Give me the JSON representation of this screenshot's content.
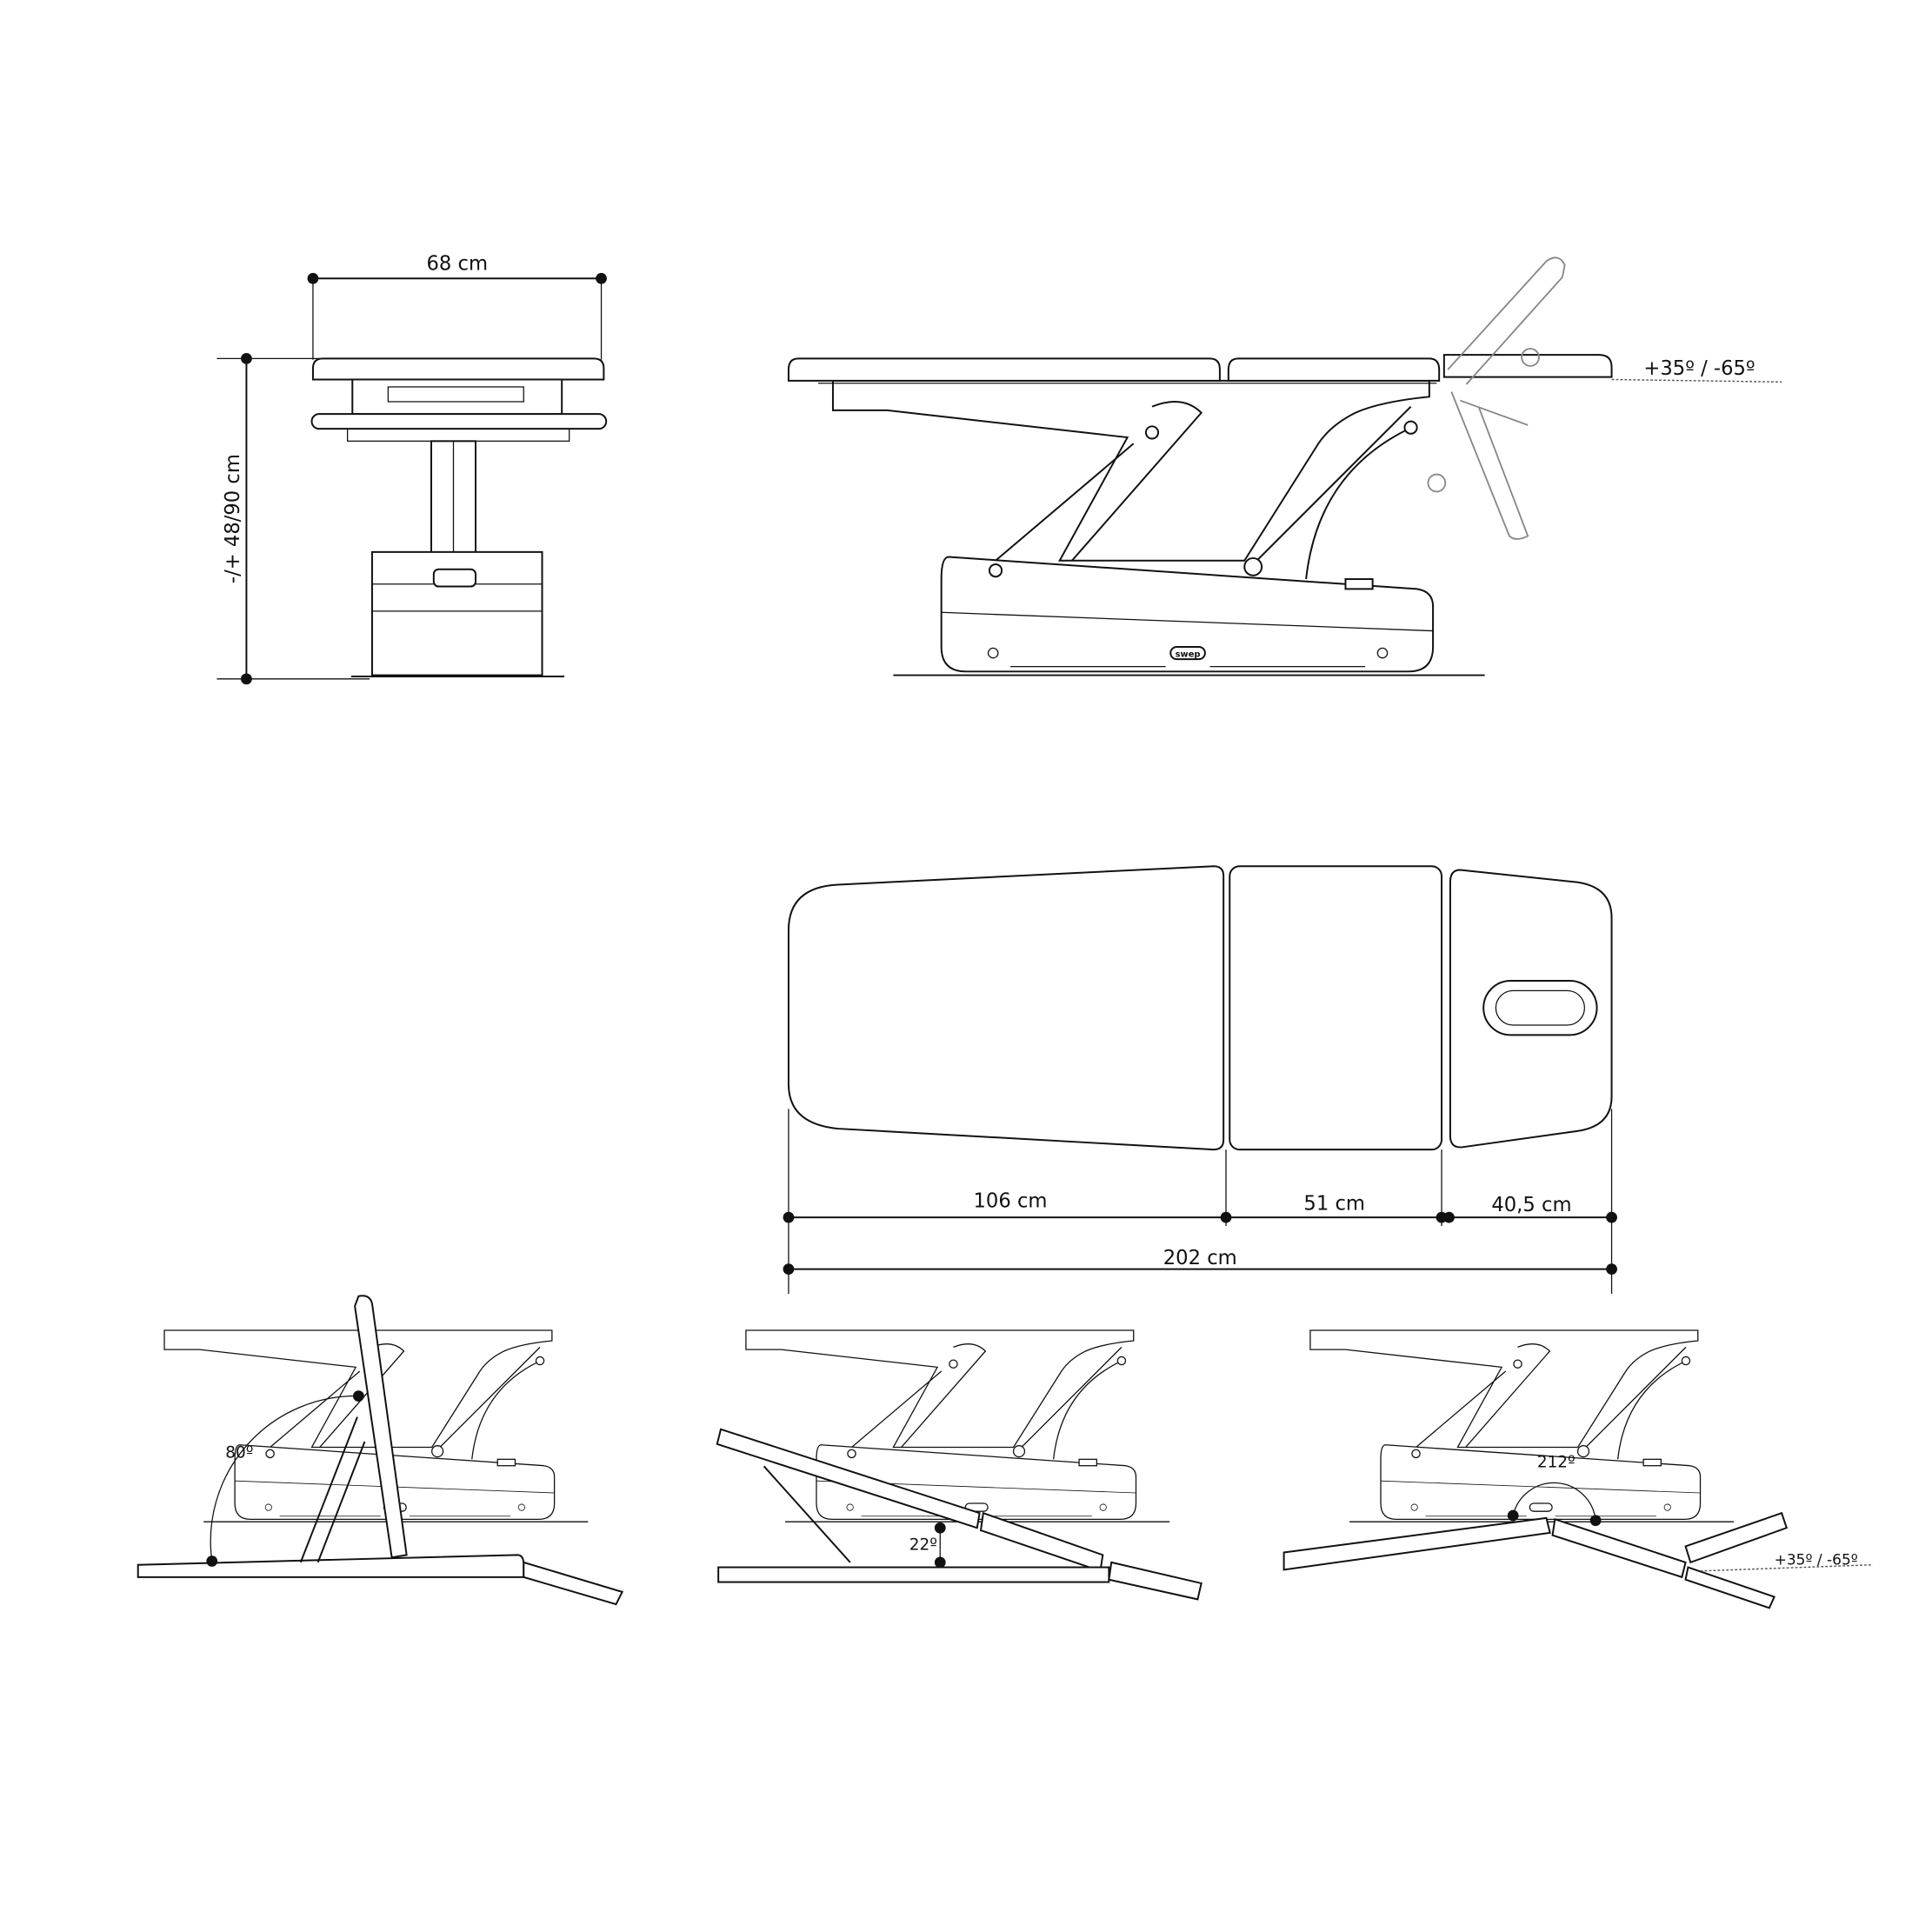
{
  "front_view": {
    "width_label": "68 cm",
    "height_label": "-/+ 48/90 cm"
  },
  "side_view": {
    "head_angle_label": "+35º / -65º",
    "logo_text": "swep"
  },
  "top_view": {
    "section_labels": [
      "106 cm",
      "51 cm",
      "40,5 cm"
    ],
    "total_label": "202 cm"
  },
  "positions": {
    "backrest_angle_label": "80º",
    "incline_angle_label": "22º",
    "convex_angle_label": "212º",
    "head_angle_label": "+35º / -65º"
  },
  "colors": {
    "line": "#111111",
    "ghost": "#888888",
    "background": "#ffffff"
  }
}
